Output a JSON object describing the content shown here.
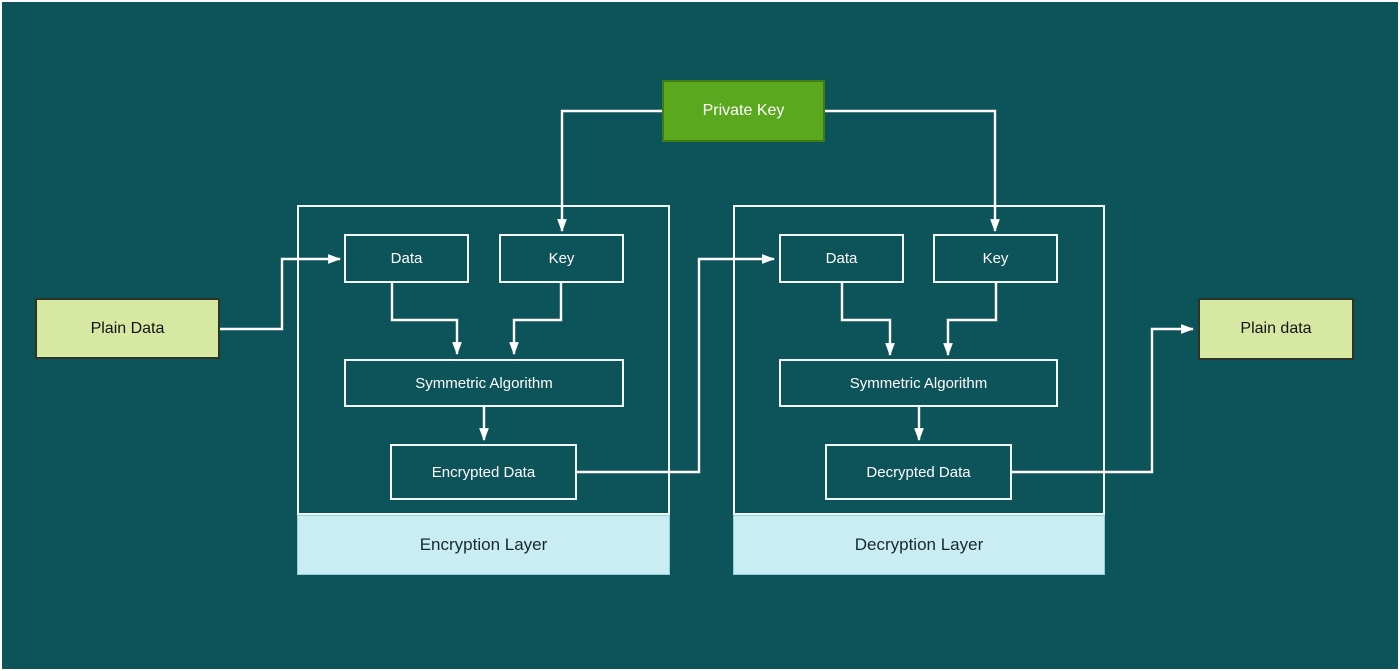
{
  "diagram": {
    "title_semantic": "Symmetric encryption and decryption flow",
    "colors": {
      "background": "#0d535a",
      "line": "#ffffff",
      "private_key_fill": "#5aa81e",
      "private_key_border": "#3e7d11",
      "plain_data_fill": "#d6e8a2",
      "layer_bar_fill": "#c9edf3",
      "box_border": "#ffffff"
    },
    "nodes": {
      "private_key": "Private Key",
      "plain_data_left": "Plain Data",
      "plain_data_right": "Plain data",
      "encryption": {
        "data": "Data",
        "key": "Key",
        "algorithm": "Symmetric Algorithm",
        "output": "Encrypted Data",
        "layer_label": "Encryption Layer"
      },
      "decryption": {
        "data": "Data",
        "key": "Key",
        "algorithm": "Symmetric Algorithm",
        "output": "Decrypted Data",
        "layer_label": "Decryption Layer"
      }
    },
    "edges": [
      "private_key -> encryption.key",
      "private_key -> decryption.key",
      "plain_data_left -> encryption.data",
      "encryption.data -> encryption.algorithm",
      "encryption.key -> encryption.algorithm",
      "encryption.algorithm -> encryption.output",
      "encryption.output -> decryption.data",
      "decryption.data -> decryption.algorithm",
      "decryption.key -> decryption.algorithm",
      "decryption.algorithm -> decryption.output",
      "decryption.output -> plain_data_right"
    ]
  }
}
